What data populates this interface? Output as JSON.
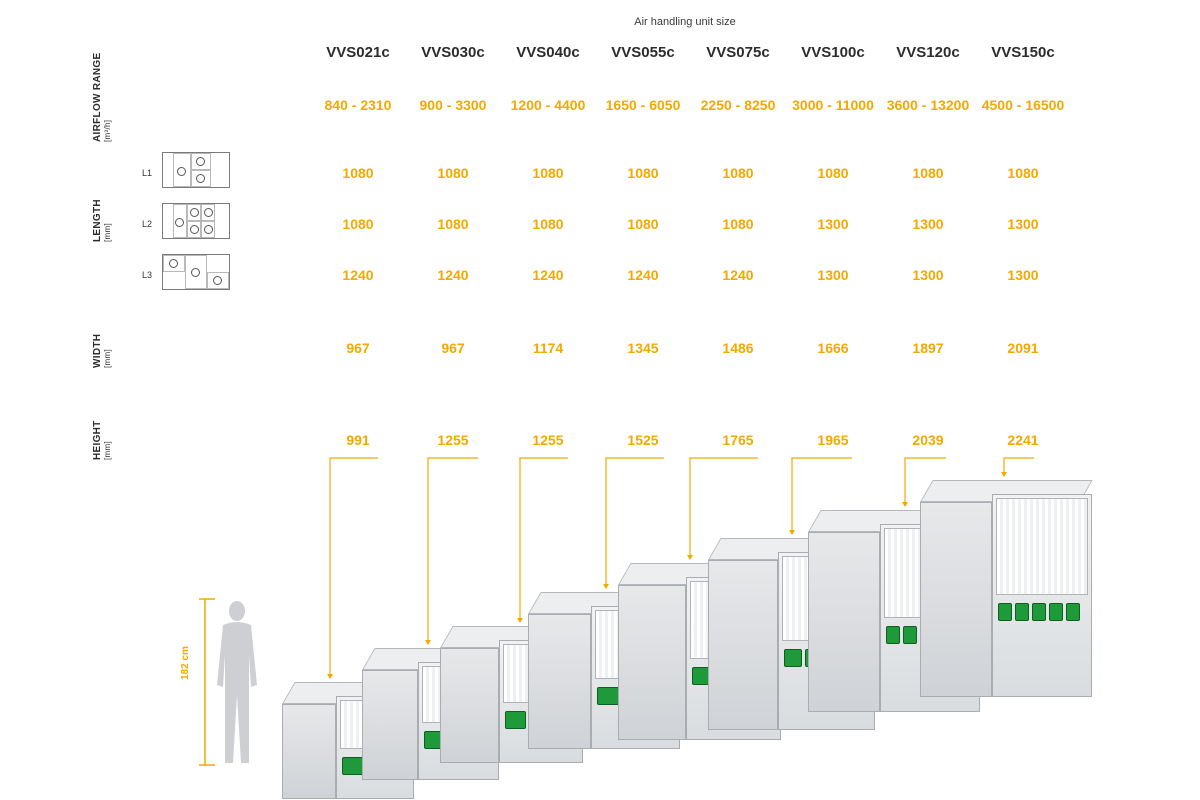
{
  "caption": "Air handling unit size",
  "row_labels": {
    "airflow": {
      "title": "AIRFLOW RANGE",
      "unit": "[m³/h]"
    },
    "length": {
      "title": "LENGTH",
      "unit": "[mm]"
    },
    "width": {
      "title": "WIDTH",
      "unit": "[mm]"
    },
    "height": {
      "title": "HEIGHT",
      "unit": "[mm]"
    }
  },
  "layouts": [
    "L1",
    "L2",
    "L3"
  ],
  "models": [
    "VVS021c",
    "VVS030c",
    "VVS040c",
    "VVS055c",
    "VVS075c",
    "VVS100c",
    "VVS120c",
    "VVS150c"
  ],
  "airflow": [
    "840 - 2310",
    "900 - 3300",
    "1200 - 4400",
    "1650 - 6050",
    "2250 - 8250",
    "3000 - 11000",
    "3600 - 13200",
    "4500 - 16500"
  ],
  "length_l1": [
    "1080",
    "1080",
    "1080",
    "1080",
    "1080",
    "1080",
    "1080",
    "1080"
  ],
  "length_l2": [
    "1080",
    "1080",
    "1080",
    "1080",
    "1080",
    "1300",
    "1300",
    "1300"
  ],
  "length_l3": [
    "1240",
    "1240",
    "1240",
    "1240",
    "1240",
    "1300",
    "1300",
    "1300"
  ],
  "width": [
    "967",
    "967",
    "1174",
    "1345",
    "1486",
    "1666",
    "1897",
    "2091"
  ],
  "height": [
    "991",
    "1255",
    "1255",
    "1525",
    "1765",
    "1965",
    "2039",
    "2241"
  ],
  "person_height": "182 cm",
  "colors": {
    "accent": "#f2a900",
    "text": "#2c2c2c",
    "fan": "#1f9a3a",
    "casing": "#d6d9dc"
  }
}
